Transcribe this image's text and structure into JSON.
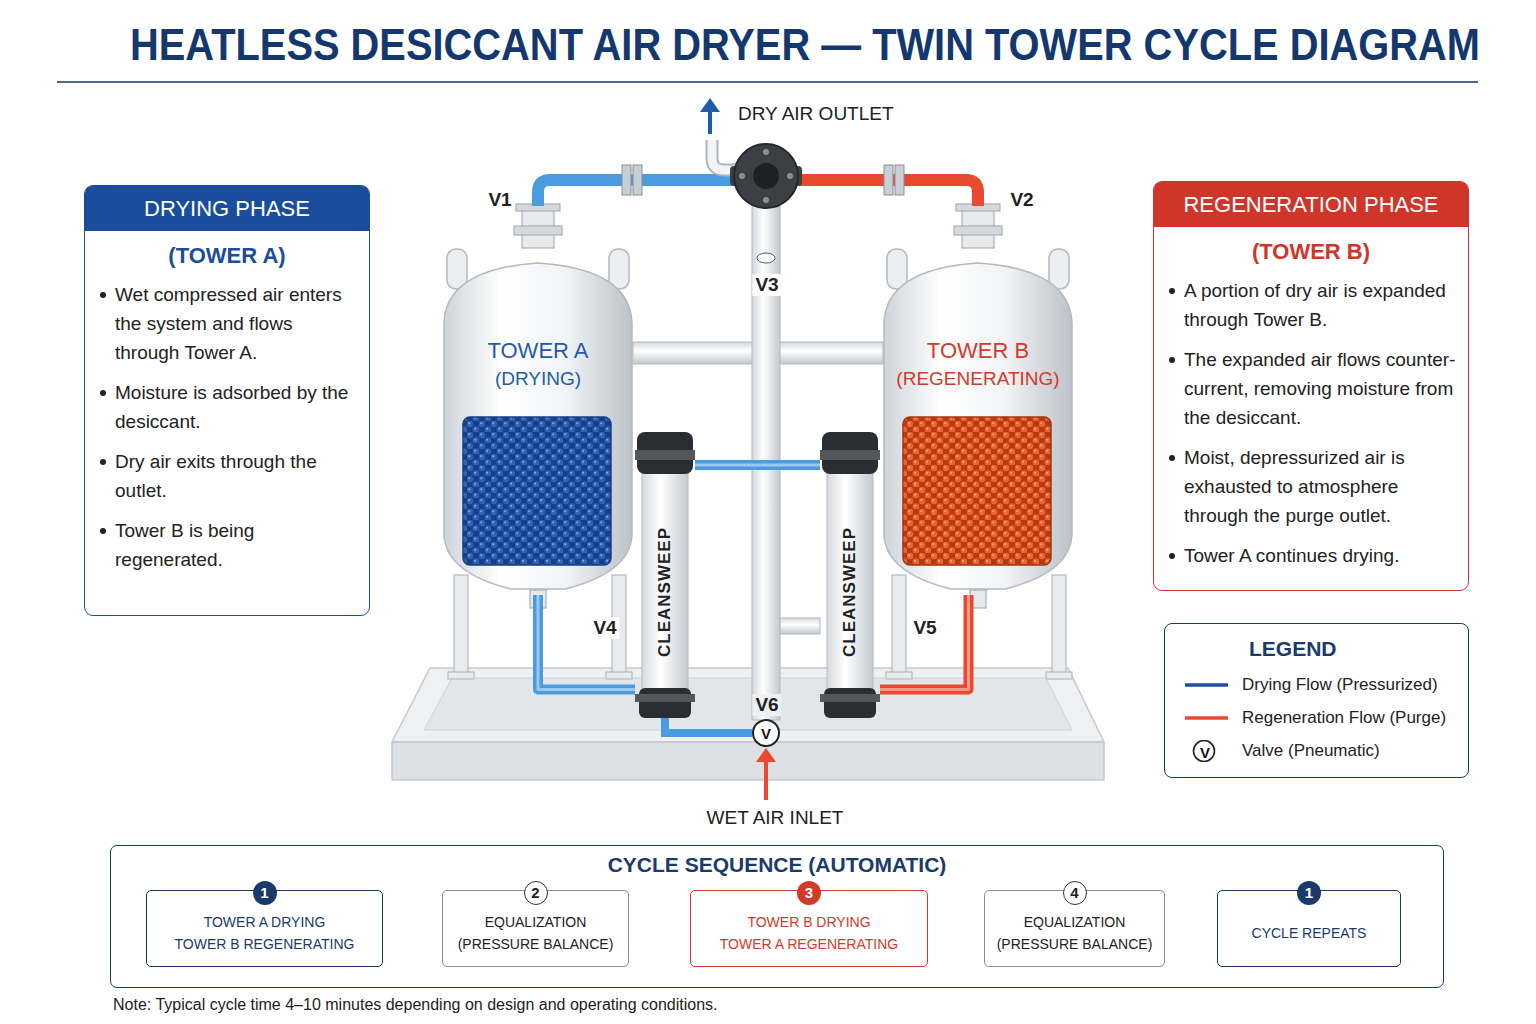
{
  "diagram": {
    "title": "HEATLESS DESICCANT AIR DRYER — TWIN TOWER CYCLE DIAGRAM",
    "nodes": [
      {
        "text": [
          "DRYING PHASE",
          "(TOWER A)",
          "Wet compressed air enters the system and flows through Tower A.",
          "Moisture is adsorbed by the desiccant.",
          "Dry air exits through the outlet.",
          "Tower B is being regenerated."
        ]
      },
      {
        "text": [
          "TOWER A",
          "(DRYING)"
        ]
      },
      {
        "text": [
          "TOWER B",
          "(REGENERATING)"
        ]
      },
      {
        "text": [
          "CLEANSWEEP"
        ]
      },
      {
        "text": [
          "CLEANSWEEP"
        ]
      },
      {
        "text": [
          "REGENERATION PHASE",
          "(TOWER B)",
          "A portion of dry air is expanded through Tower B.",
          "The expanded air flows counter-current, removing moisture from the desiccant.",
          "Moist, depressurized air is exhausted to atmosphere through the purge outlet.",
          "Tower A continues drying."
        ]
      },
      {
        "text": [
          "LEGEND"
        ]
      },
      {
        "text": [
          "CYCLE SEQUENCE (AUTOMATIC)"
        ]
      },
      {
        "text": [
          "1",
          "TOWER A DRYING",
          "TOWER B REGENERATING"
        ],
        "in": 7
      },
      {
        "text": [
          "2",
          "EQUALIZATION (PRESSURE BALANCE)"
        ],
        "in": 7
      },
      {
        "text": [
          "3",
          "TOWER B DRYING",
          "TOWER A REGENERATING"
        ],
        "in": 7
      },
      {
        "text": [
          "4",
          "EQUALIZATION (PRESSURE BALANCE)"
        ],
        "in": 7
      },
      {
        "text": [
          "1",
          "CYCLE REPEATS"
        ],
        "in": 7
      }
    ],
    "edges": [
      {
        "from": 1,
        "to": 3,
        "arrow": "none"
      },
      {
        "from": 3,
        "to": 4,
        "arrow": "none"
      },
      {
        "from": 4,
        "to": 2,
        "arrow": "none"
      },
      {
        "from": 8,
        "to": 9,
        "arrow": "to"
      },
      {
        "from": 9,
        "to": 10,
        "arrow": "to"
      },
      {
        "from": 10,
        "to": 11,
        "arrow": "to"
      },
      {
        "from": 11,
        "to": 12,
        "arrow": "to"
      }
    ],
    "labels": [
      "DRY AIR OUTLET",
      "V1",
      "V2",
      "V3",
      "V4",
      "V5",
      "V6",
      "V",
      "WET AIR INLET",
      "V",
      "Note: Typical cycle time 4–10 minutes depending on design and operating conditions."
    ],
    "legend": [
      {
        "text": "Drying Flow (Pressurized)"
      },
      {
        "text": "Regeneration Flow (Purge)"
      },
      {
        "text": "Valve (Pneumatic)"
      }
    ]
  }
}
